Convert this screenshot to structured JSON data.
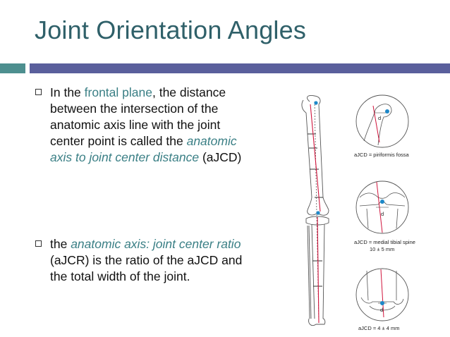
{
  "title": "Joint Orientation Angles",
  "bullets": [
    {
      "t1": "In the ",
      "t2": "frontal plane",
      "t3": ", the distance between the intersection of the anatomic axis line with the joint center point is called the ",
      "t4": "anatomic axis to joint center distance",
      "t5": " (aJCD)"
    },
    {
      "t1": "the ",
      "t2": "anatomic axis: joint center ratio",
      "t3": " (aJCR) is the ratio of the aJCD and the total width of the joint."
    }
  ],
  "figure": {
    "label_hip": "aJCD = piriformis fossa",
    "label_knee_1": "aJCD = medial tibial spine",
    "label_knee_2": "10 ± 5 mm",
    "label_ankle": "aJCD = 4 ± 4 mm",
    "d_label": "d"
  },
  "colors": {
    "title": "#2f6069",
    "rule_left": "#4d8f8f",
    "rule_right": "#5a5f9c",
    "accent_text": "#3a7f85",
    "axis_red": "#d0143c",
    "marker_blue": "#1e88c8"
  }
}
